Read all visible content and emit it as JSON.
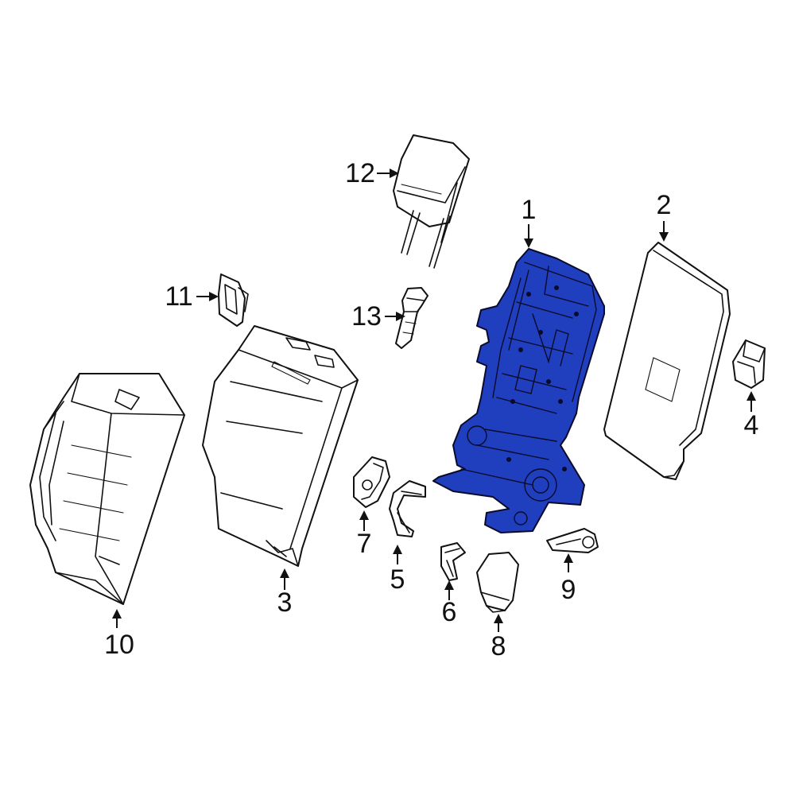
{
  "callouts": [
    {
      "id": "1",
      "text": "1"
    },
    {
      "id": "2",
      "text": "2"
    },
    {
      "id": "3",
      "text": "3"
    },
    {
      "id": "4",
      "text": "4"
    },
    {
      "id": "5",
      "text": "5"
    },
    {
      "id": "6",
      "text": "6"
    },
    {
      "id": "7",
      "text": "7"
    },
    {
      "id": "8",
      "text": "8"
    },
    {
      "id": "9",
      "text": "9"
    },
    {
      "id": "10",
      "text": "10"
    },
    {
      "id": "11",
      "text": "11"
    },
    {
      "id": "12",
      "text": "12"
    },
    {
      "id": "13",
      "text": "13"
    }
  ],
  "highlight": {
    "part": "1",
    "color": "#1f3fbf"
  },
  "line_color": "#111111",
  "background": "#ffffff"
}
